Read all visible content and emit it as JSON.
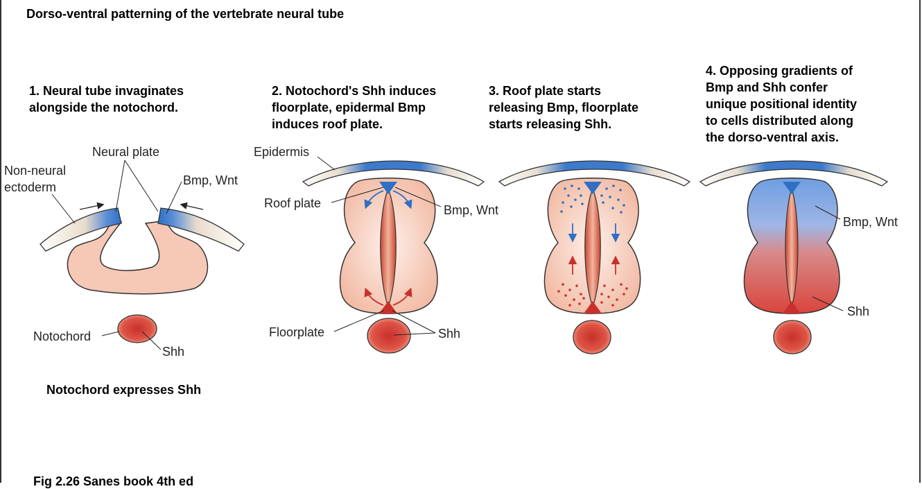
{
  "title": "Dorso-ventral patterning of the vertebrate neural tube",
  "steps": [
    {
      "lines": [
        "1. Neural tube invaginates",
        "alongside the notochord."
      ]
    },
    {
      "lines": [
        "2. Notochord's Shh induces",
        "floorplate, epidermal Bmp",
        "induces roof plate."
      ]
    },
    {
      "lines": [
        "3. Roof plate starts",
        "releasing Bmp, floorplate",
        "starts releasing Shh."
      ]
    },
    {
      "lines": [
        "4. Opposing gradients of",
        "Bmp and Shh confer",
        "unique positional identity",
        "to cells distributed along",
        "the dorso-ventral axis."
      ]
    }
  ],
  "labels": {
    "neural_plate": "Neural plate",
    "non_neural_1": "Non-neural",
    "non_neural_2": "ectoderm",
    "bmp_wnt": "Bmp, Wnt",
    "notochord": "Notochord",
    "shh": "Shh",
    "epidermis": "Epidermis",
    "roof_plate": "Roof plate",
    "floorplate": "Floorplate"
  },
  "captions": {
    "notochord_expresses": "Notochord expresses Shh",
    "figure_source": "Fig 2.26 Sanes book 4th ed"
  },
  "colors": {
    "bmp_blue": "#2f6fc4",
    "shh_red": "#c9302c",
    "tissue_pink": "#f6c8b6"
  }
}
